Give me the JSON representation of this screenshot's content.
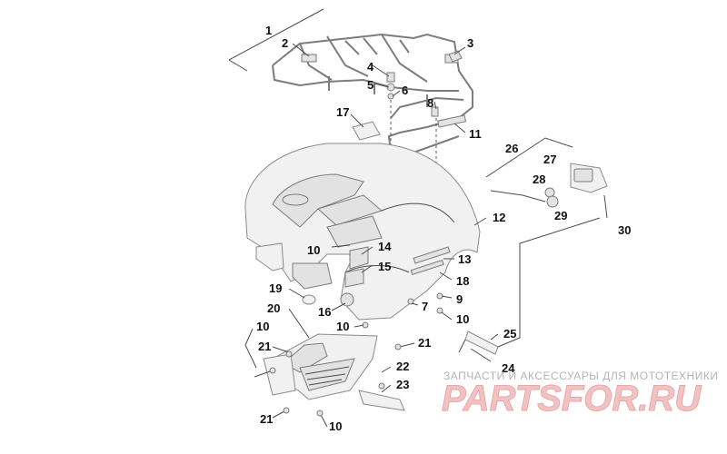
{
  "callouts": [
    "1",
    "2",
    "3",
    "4",
    "5",
    "6",
    "8",
    "11",
    "17",
    "26",
    "27",
    "28",
    "29",
    "30",
    "12",
    "10",
    "14",
    "13",
    "15",
    "18",
    "19",
    "9",
    "7",
    "16",
    "20",
    "10",
    "10",
    "21",
    "21",
    "22",
    "23",
    "24",
    "25",
    "21",
    "10",
    "10"
  ],
  "watermark": {
    "tagline": "ЗАПЧАСТИ И АКСЕССУАРЫ ДЛЯ МОТОТЕХНИКИ",
    "logo": "PARTSFOR.RU"
  }
}
